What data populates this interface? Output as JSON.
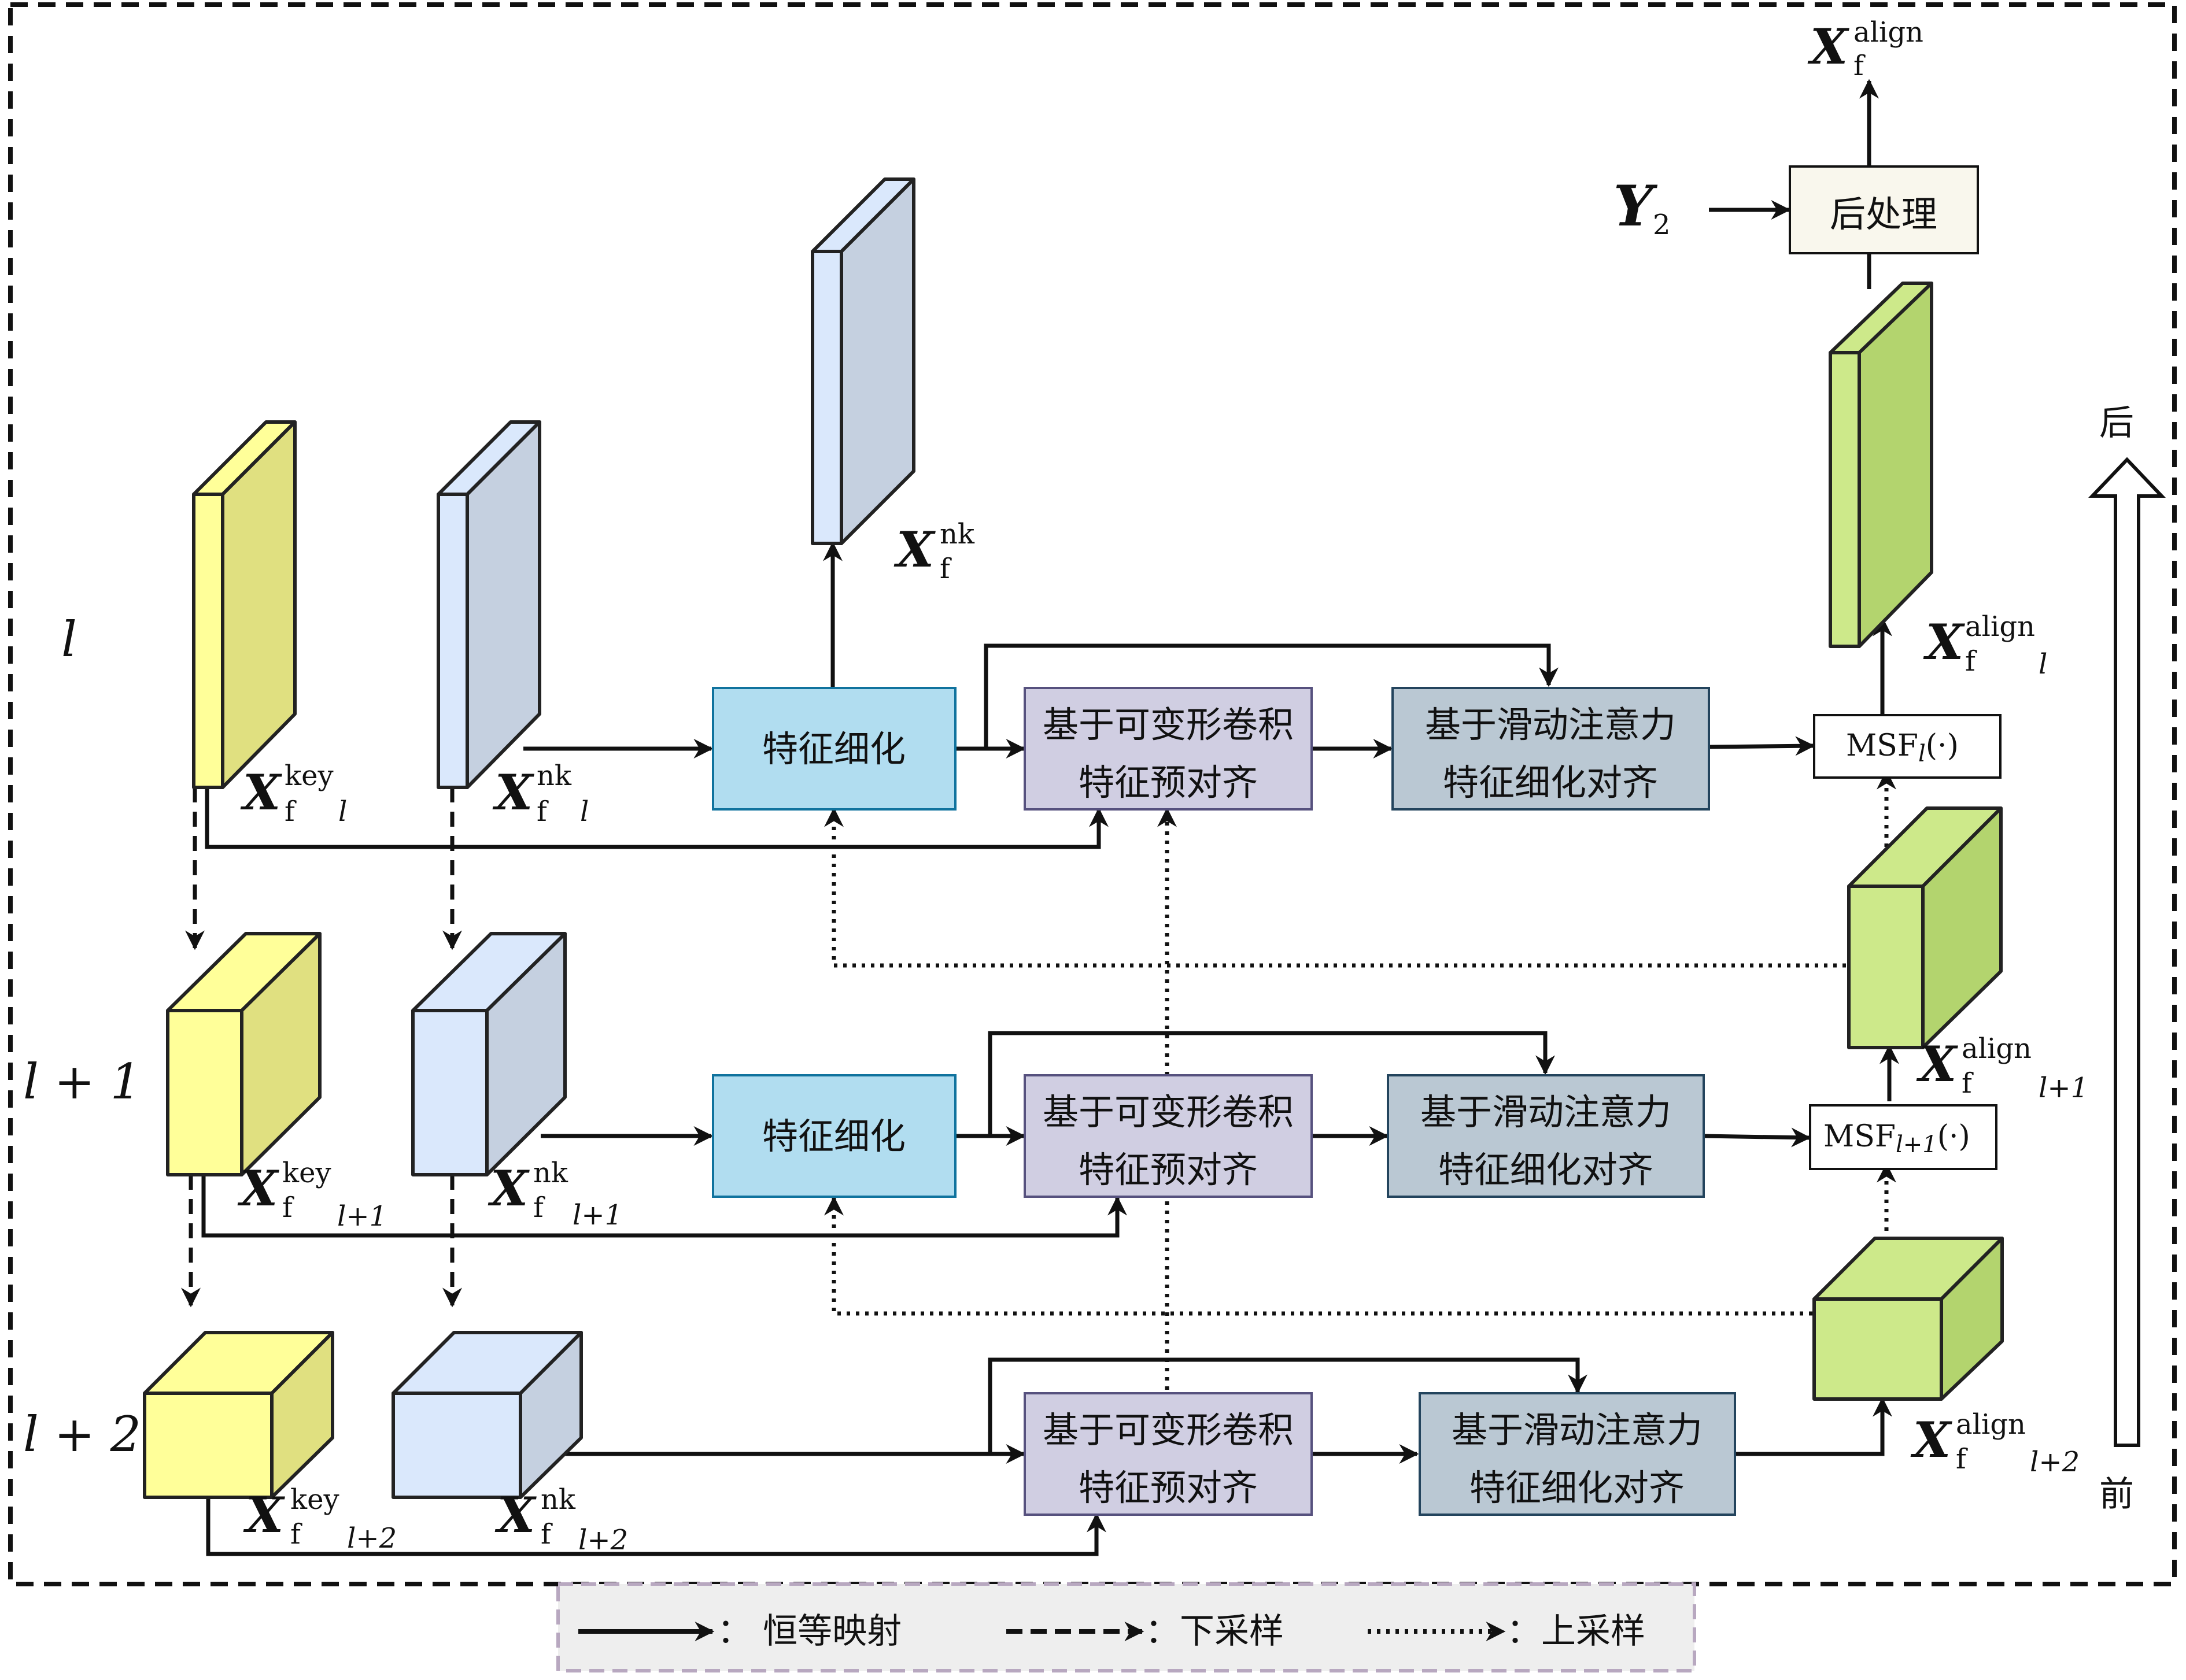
{
  "levels": {
    "l": "l",
    "l1": "l + 1",
    "l2": "l + 2"
  },
  "boxes": {
    "refine": "特征细化",
    "deform_1": "基于可变形卷积",
    "deform_2": "特征预对齐",
    "slide_1": "基于滑动注意力",
    "slide_2": "特征细化对齐",
    "post": "后处理",
    "msf_l": "MSF",
    "msf_l_idx": "l",
    "msf_l1": "MSF",
    "msf_l1_idx": "l+1",
    "msf_args": "(·)"
  },
  "labels": {
    "X": "X",
    "f": "f",
    "key": "key",
    "nk": "nk",
    "align": "align",
    "Y": "Y",
    "Y_sub": "2",
    "idx_l": "l",
    "idx_l1": "l+1",
    "idx_l2": "l+2"
  },
  "side_arrow": {
    "top": "后",
    "bottom": "前"
  },
  "legend": {
    "identity": "：  恒等映射",
    "down": "：下采样",
    "up": "：上采样"
  },
  "colors": {
    "yellow_front": "#ffff99",
    "yellow_side": "#e0e080",
    "blue_front": "#dae8fc",
    "blue_side": "#c5d0e0",
    "green_front": "#cde98a",
    "green_side": "#b3d46e",
    "refine_fill": "#b1ddf0",
    "refine_stroke": "#10739e",
    "deform_fill": "#d0cee2",
    "deform_stroke": "#56517e",
    "slide_fill": "#bac8d3",
    "slide_stroke": "#23445d",
    "post_fill": "#f9f7ed",
    "legend_fill": "#eeeeee",
    "legend_stroke": "#b8a8c0"
  }
}
